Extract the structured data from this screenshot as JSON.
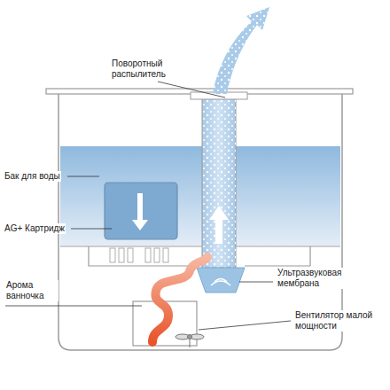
{
  "diagram": {
    "labels": [
      "Поворотный распылитель",
      "Бак для воды",
      "AG+ Картридж",
      "Арома ванночка",
      "Ультразвуковая мембрана",
      "Вентилятор малой мощности"
    ]
  }
}
